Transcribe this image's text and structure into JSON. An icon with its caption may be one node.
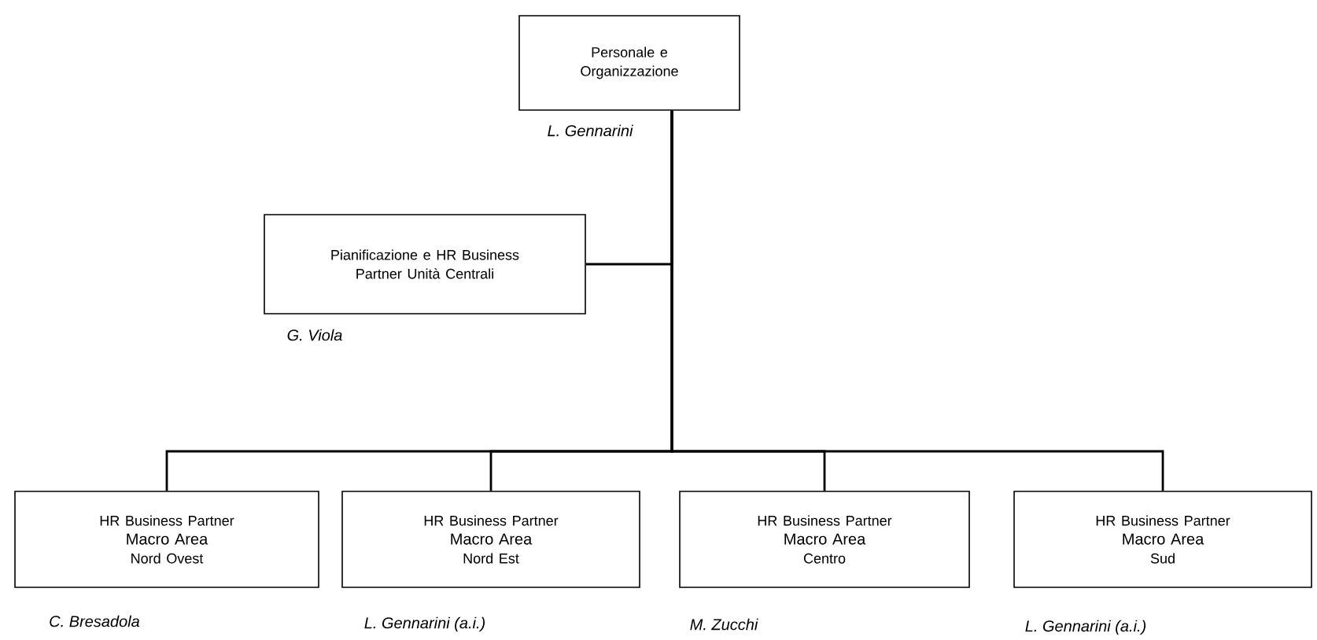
{
  "diagram": {
    "nodes": [
      {
        "text": [
          "Personale e",
          "Organizzazione"
        ],
        "beside": [
          "L. Gennarini"
        ]
      },
      {
        "text": [
          "Pianificazione e HR Business Partner Unità Centrali"
        ],
        "beside": [
          "G. Viola"
        ]
      },
      {
        "text": [
          "HR Business Partner",
          "Macro Area",
          "Nord Ovest"
        ],
        "beside": [
          "C. Bresadola"
        ]
      },
      {
        "text": [
          "HR Business Partner",
          "Macro Area",
          "Nord Est"
        ],
        "beside": [
          "L. Gennarini (a.i.)"
        ]
      },
      {
        "text": [
          "HR Business Partner",
          "Macro Area",
          "Centro"
        ],
        "beside": [
          "M. Zucchi"
        ]
      },
      {
        "text": [
          "HR Business Partner",
          "Macro Area",
          "Sud"
        ],
        "beside": [
          "L. Gennarini (a.i.)"
        ]
      }
    ],
    "edges": [
      {
        "from": 0,
        "to": 1,
        "arrow": "none"
      },
      {
        "from": 0,
        "to": 2,
        "arrow": "none"
      },
      {
        "from": 0,
        "to": 3,
        "arrow": "none"
      },
      {
        "from": 0,
        "to": 4,
        "arrow": "none"
      },
      {
        "from": 0,
        "to": 5,
        "arrow": "none"
      }
    ]
  }
}
